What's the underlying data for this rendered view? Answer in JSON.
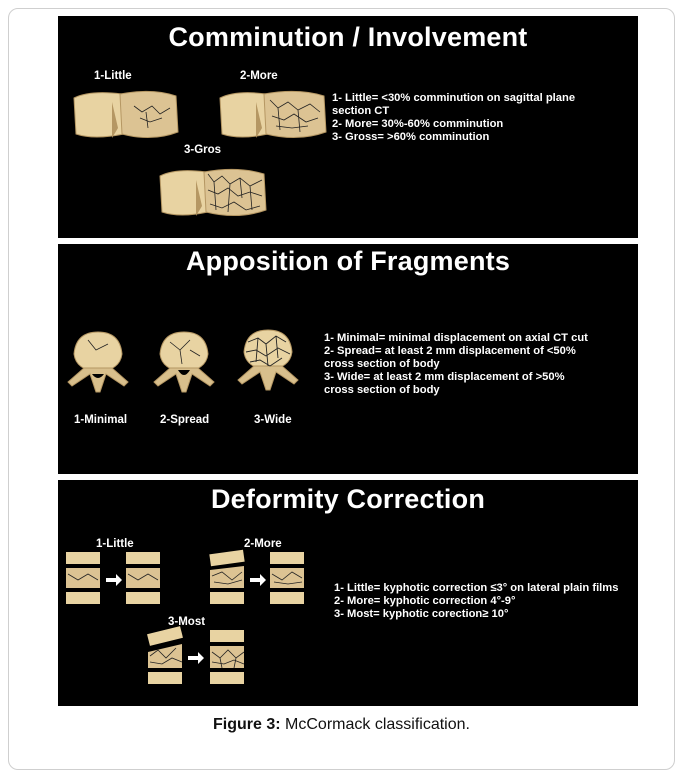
{
  "panels": {
    "comminution": {
      "title": "Comminution / Involvement",
      "labels": [
        "1-Little",
        "2-More",
        "3-Gros"
      ],
      "lines": [
        "1- Little= <30% comminution on sagittal plane",
        "section CT",
        "2- More= 30%-60% comminution",
        "3- Gross= >60% comminution"
      ]
    },
    "apposition": {
      "title": "Apposition of Fragments",
      "labels": [
        "1-Minimal",
        "2-Spread",
        "3-Wide"
      ],
      "lines": [
        "1- Minimal= minimal displacement on axial CT cut",
        "2- Spread= at least 2 mm displacement of <50%",
        "cross section of body",
        "3- Wide= at least 2 mm displacement of >50%",
        "cross section of body"
      ]
    },
    "deformity": {
      "title": "Deformity Correction",
      "labels": [
        "1-Little",
        "2-More",
        "3-Most"
      ],
      "lines": [
        "1- Little= kyphotic correction ≤3° on lateral plain films",
        "2- More= kyphotic correction 4°-9°",
        "3- Most= kyphotic corection≥ 10°"
      ]
    }
  },
  "caption": {
    "label": "Figure 3:",
    "text": " McCormack classification."
  },
  "colors": {
    "panel_bg": "#000000",
    "bone": "#e8d3a2",
    "bone_shadow": "#b59763",
    "text": "#ffffff"
  }
}
